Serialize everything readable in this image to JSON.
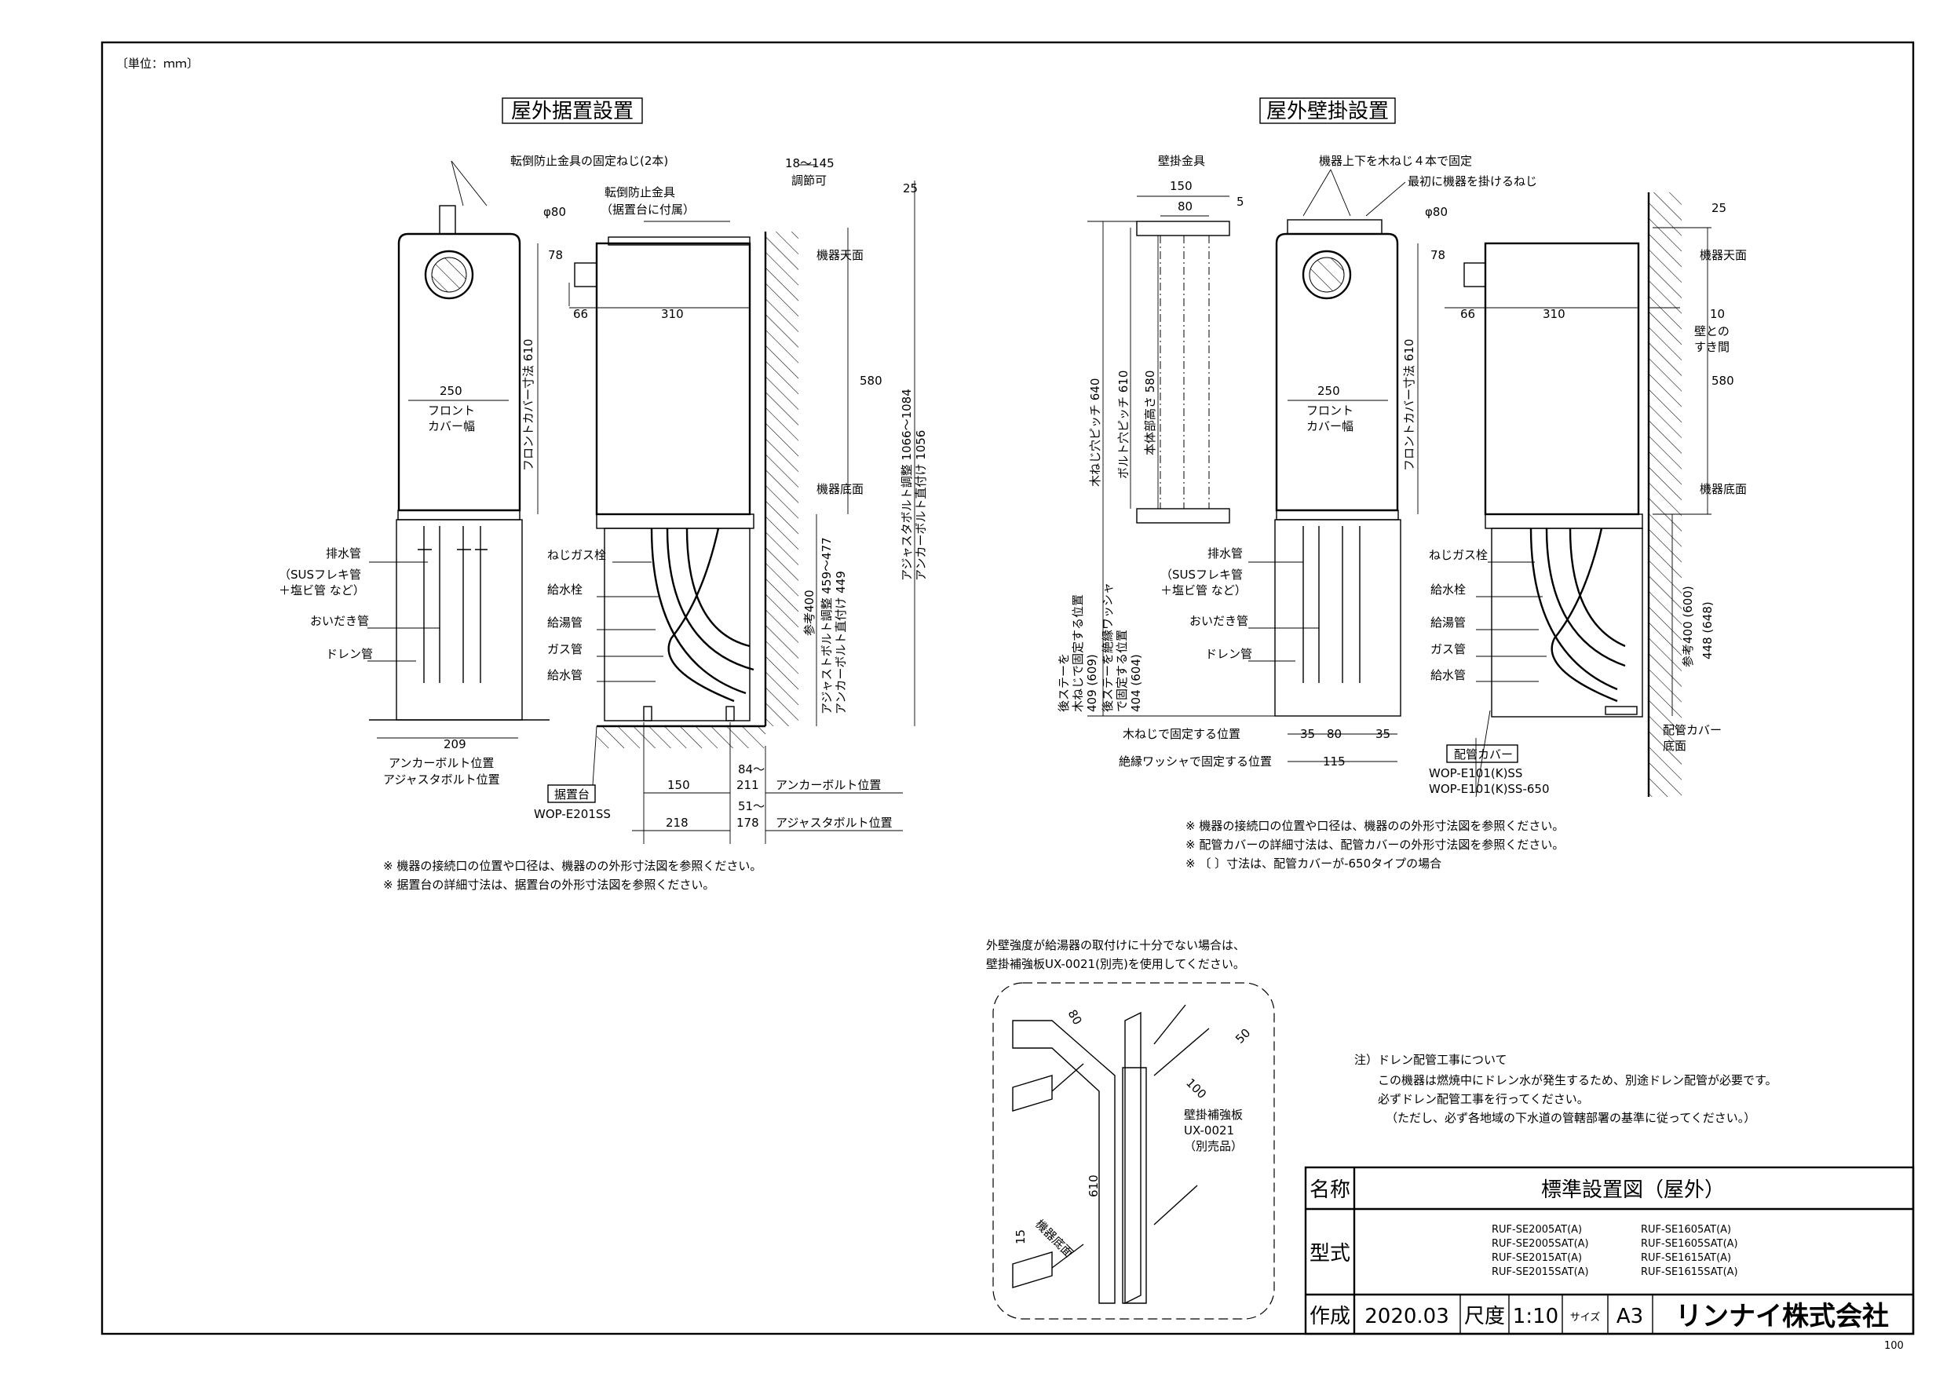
{
  "unit_label": "〔単位：ｍｍ〕",
  "corner_number": "100",
  "floor": {
    "title": "屋外据置設置",
    "callouts": {
      "screw": "転倒防止金具の固定ねじ(2本)",
      "bracket1": "転倒防止金具",
      "bracket2": "（据置台に付属）",
      "adjust1": "18～145",
      "adjust2": "調節可",
      "d80": "φ80",
      "drain1": "排水管",
      "drain2": "（SUSフレキ管",
      "drain3": "＋塩ビ管 など）",
      "oidaki": "おいだき管",
      "drain_pipe": "ドレン管",
      "gas_plug": "ねじガス栓",
      "water_valve": "給水栓",
      "hot_pipe": "給湯管",
      "gas_pipe": "ガス管",
      "water_pipe": "給水管",
      "stand_label": "据置台",
      "stand_model": "WOP-E201SS",
      "anchor_pos": "アンカーボルト位置",
      "adjuster_pos": "アジャスタボルト位置",
      "top": "機器天面",
      "bottom": "機器底面",
      "front_cover": "フロントカバー寸法 610",
      "front_w1": "フロント",
      "front_w2": "カバー幅",
      "adj_bolt": "アジャストボルト調整 459～477",
      "anchor_direct": "アンカーボルト直付け 449",
      "ref400": "参考400",
      "adj_bolt2": "アジャスタボルト調整 1066～1084",
      "anchor_direct2": "アンカーボルト直付け 1056"
    },
    "dims": {
      "d78": "78",
      "d66": "66",
      "d310": "310",
      "d250": "250",
      "d580": "580",
      "d25": "25",
      "d209": "209",
      "d150": "150",
      "d218": "218",
      "d84": "84～",
      "d211": "211",
      "d51": "51～",
      "d178": "178"
    },
    "notes": [
      "※ 機器の接続口の位置や口径は、機器のの外形寸法図を参照ください。",
      "※ 据置台の詳細寸法は、据置台の外形寸法図を参照ください。"
    ]
  },
  "wall": {
    "title": "屋外壁掛設置",
    "callouts": {
      "bracket": "壁掛金具",
      "screws4": "機器上下を木ねじ４本で固定",
      "first_screw": "最初に機器を掛けるねじ",
      "d80": "φ80",
      "drain1": "排水管",
      "drain2": "（SUSフレキ管",
      "drain3": "＋塩ビ管 など）",
      "oidaki": "おいだき管",
      "drain_pipe": "ドレン管",
      "gas_plug": "ねじガス栓",
      "water_valve": "給水栓",
      "hot_pipe": "給湯管",
      "gas_pipe": "ガス管",
      "water_pipe": "給水管",
      "top": "機器天面",
      "bottom": "機器底面",
      "gap1": "壁との",
      "gap2": "すき間",
      "cover_bottom1": "配管カバー",
      "cover_bottom2": "底面",
      "screw_pitch": "木ねじ穴ピッチ 640",
      "bolt_pitch": "ボルト穴ピッチ 610",
      "body_h": "本体部高さ 580",
      "front_cover": "フロントカバー寸法 610",
      "front_w1": "フロント",
      "front_w2": "カバー幅",
      "rear1": "後ステーを",
      "rear2": "木ねじで固定する位置",
      "rear3": "409 (609)",
      "rear4": "後ステーを絶縁ワッシャ",
      "rear5": "で固定する位置",
      "rear6": "404 (604)",
      "ref400": "参考400 (600)",
      "d448": "448 (648)",
      "wood_screw_pos": "木ねじで固定する位置",
      "washer_pos": "絶縁ワッシャで固定する位置",
      "cover_label": "配管カバー",
      "cover_model1": "WOP-E101(K)SS",
      "cover_model2": "WOP-E101(K)SS-650"
    },
    "dims": {
      "d150": "150",
      "d80": "80",
      "d5": "5",
      "d78": "78",
      "d66": "66",
      "d310": "310",
      "d250": "250",
      "d580": "580",
      "d25": "25",
      "d10": "10",
      "d35a": "35",
      "d80b": "80",
      "d35b": "35",
      "d115": "115"
    },
    "notes": [
      "※ 機器の接続口の位置や口径は、機器のの外形寸法図を参照ください。",
      "※ 配管カバーの詳細寸法は、配管カバーの外形寸法図を参照ください。",
      "※ 〔 〕寸法は、配管カバーが-650タイプの場合"
    ]
  },
  "reinforce": {
    "intro1": "外壁強度が給湯器の取付けに十分でない場合は、",
    "intro2": "壁掛補強板UX-0021(別売)を使用してください。",
    "plate1": "壁掛補強板",
    "plate2": "UX-0021",
    "plate3": "（別売品）",
    "bottom": "機器底面",
    "d80": "80",
    "d50": "50",
    "d100": "100",
    "d610": "610",
    "d15": "15"
  },
  "drain_note": [
    "注）ドレン配管工事について",
    "この機器は燃焼中にドレン水が発生するため、別途ドレン配管が必要です。",
    "必ずドレン配管工事を行ってください。",
    "（ただし、必ず各地域の下水道の管轄部署の基準に従ってください。）"
  ],
  "title_block": {
    "name_label": "名称",
    "name": "標準設置図（屋外）",
    "model_label": "型式",
    "models_left": [
      "RUF-SE2005AT(A)",
      "RUF-SE2005SAT(A)",
      "RUF-SE2015AT(A)",
      "RUF-SE2015SAT(A)"
    ],
    "models_right": [
      "RUF-SE1605AT(A)",
      "RUF-SE1605SAT(A)",
      "RUF-SE1615AT(A)",
      "RUF-SE1615SAT(A)"
    ],
    "made_label": "作成",
    "date": "2020.03",
    "scale_label": "尺度",
    "scale": "1:10",
    "size_label": "サイズ",
    "size": "A3",
    "company": "リンナイ株式会社"
  }
}
